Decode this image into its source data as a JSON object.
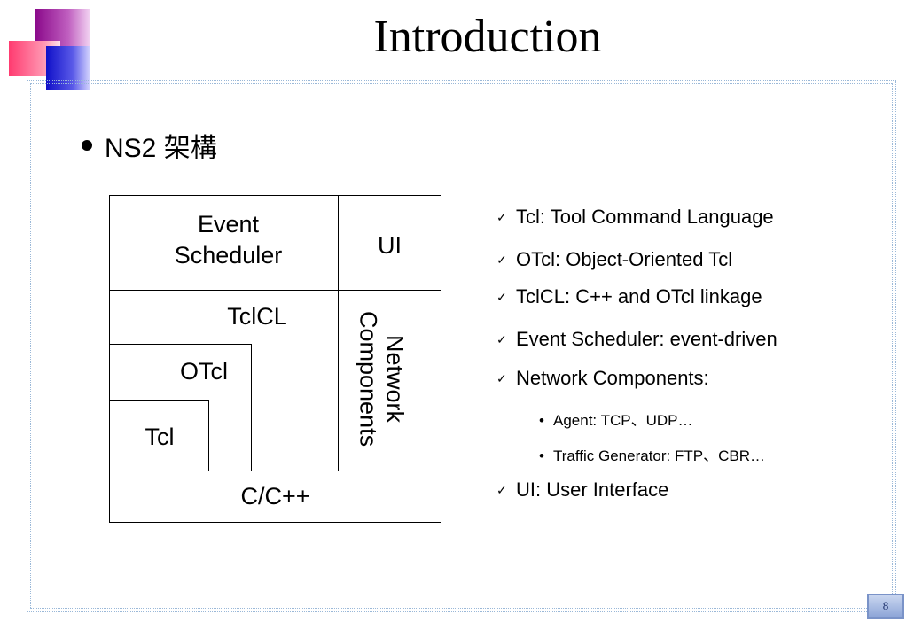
{
  "slide": {
    "title": "Introduction",
    "bullet": "NS2 架構",
    "page_number": "8"
  },
  "diagram": {
    "event_scheduler": "Event\nScheduler",
    "ui": "UI",
    "tclcl": "TclCL",
    "network_components": "Network\nComponents",
    "otcl": "OTcl",
    "tcl": "Tcl",
    "cpp": "C/C++"
  },
  "list": {
    "items": [
      "Tcl: Tool Command Language",
      "OTcl: Object-Oriented Tcl",
      "TclCL: C++ and OTcl linkage",
      "Event Scheduler: event-driven",
      "Network Components:"
    ],
    "subitems": [
      "Agent: TCP、UDP…",
      "Traffic Generator: FTP、CBR…"
    ],
    "last_item": "UI: User Interface"
  },
  "colors": {
    "deco_purple": "#8b0a8b",
    "deco_pink": "#ff3b70",
    "deco_blue": "#1010c8",
    "frame": "#9ab8d8"
  }
}
